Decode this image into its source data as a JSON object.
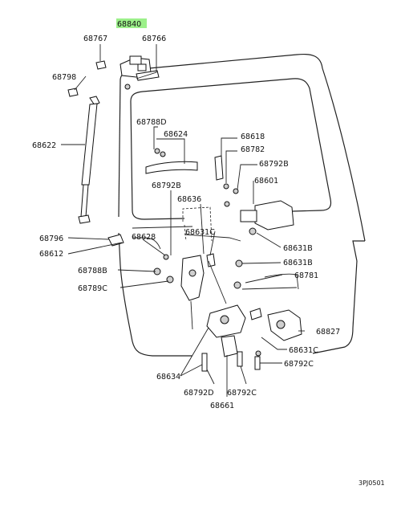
{
  "highlight_color": "#9cf08a",
  "labels": {
    "l1": "68840",
    "l2": "68767",
    "l3": "68766",
    "l4": "68798",
    "l5": "68622",
    "l6": "68788D",
    "l7": "68624",
    "l8": "68618",
    "l9": "68782",
    "l10": "68792B",
    "l11": "68601",
    "l12": "68792B",
    "l13": "68636",
    "l14": "68631C",
    "l15": "68628",
    "l16": "68796",
    "l17": "68612",
    "l18": "68788B",
    "l19": "68789C",
    "l20": "68631B",
    "l21": "68631B",
    "l22": "68781",
    "l23": "68827",
    "l24": "68631C",
    "l25": "68792C",
    "l26": "68634",
    "l27": "68792D",
    "l28": "68792C",
    "l29": "68661",
    "l30": "3PJ0501"
  }
}
